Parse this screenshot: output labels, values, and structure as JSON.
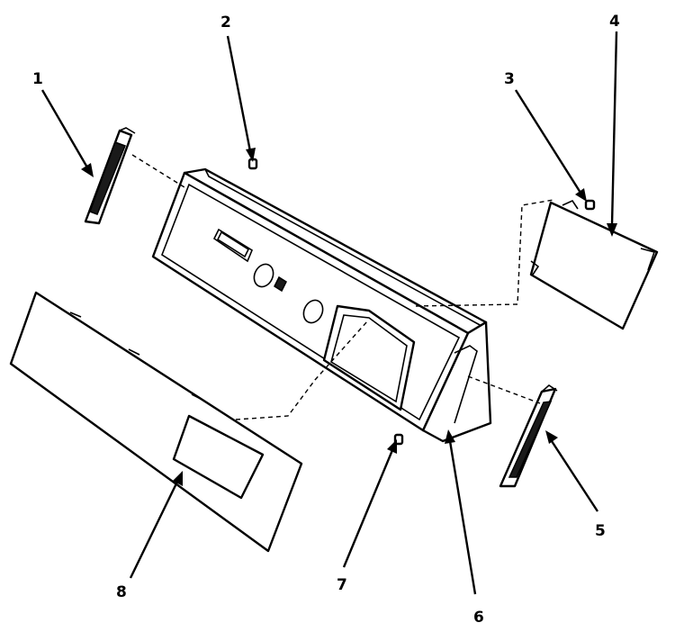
{
  "callouts": {
    "c1": "1",
    "c2": "2",
    "c3": "3",
    "c4": "4",
    "c5": "5",
    "c6": "6",
    "c7": "7",
    "c8": "8"
  },
  "colors": {
    "ink": "#000000",
    "background": "#ffffff"
  }
}
